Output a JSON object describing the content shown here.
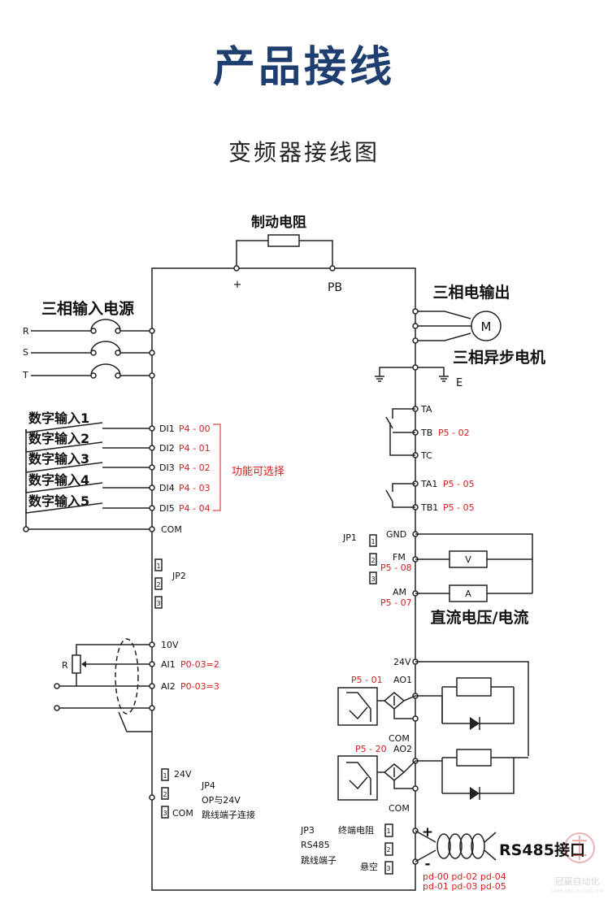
{
  "header": {
    "title": "产品接线",
    "subtitle": "变频器接线图"
  },
  "top": {
    "brake_resistor": "制动电阻",
    "plus": "+",
    "pb": "PB"
  },
  "power_input": {
    "title": "三相输入电源",
    "phases": [
      "R",
      "S",
      "T"
    ]
  },
  "motor": {
    "output_title": "三相电输出",
    "motor_symbol": "M",
    "motor_title": "三相异步电机",
    "earth": "E"
  },
  "digital_inputs": {
    "labels": [
      "数字输入1",
      "数字输入2",
      "数字输入3",
      "数字输入4",
      "数字输入5"
    ],
    "terminals": [
      "DI1",
      "DI2",
      "DI3",
      "DI4",
      "DI5"
    ],
    "params": [
      "P4 - 00",
      "P4 - 01",
      "P4 - 02",
      "P4 - 03",
      "P4 - 04"
    ],
    "function_note": "功能可选择",
    "com": "COM"
  },
  "jp2": {
    "label": "JP2",
    "pins": [
      "1",
      "2",
      "3"
    ]
  },
  "analog": {
    "v10": "10V",
    "ai1": "AI1",
    "ai1_param": "P0-03=2",
    "ai2": "AI2",
    "ai2_param": "P0-03=3",
    "pot": "R"
  },
  "jp4": {
    "pins": [
      "1",
      "2",
      "3"
    ],
    "pin1_label": "24V",
    "pin3_label": "COM",
    "title": "JP4",
    "line1": "OP与24V",
    "line2": "跳线端子连接"
  },
  "relays": {
    "ta": "TA",
    "tb": "TB",
    "tb_param": "P5 - 02",
    "tc": "TC",
    "ta1": "TA1",
    "ta1_param": "P5 - 05",
    "tb1": "TB1",
    "tb1_param": "P5 - 05"
  },
  "meters": {
    "jp1": "JP1",
    "jp1_pins": [
      "1",
      "2",
      "3"
    ],
    "gnd": "GND",
    "fm": "FM",
    "fm_param": "P5 - 08",
    "am": "AM",
    "am_param": "P5 - 07",
    "voltmeter": "V",
    "ammeter": "A",
    "title": "直流电压/电流"
  },
  "outputs": {
    "v24": "24V",
    "ao1": "AO1",
    "ao1_param": "P5 - 01",
    "com1": "COM",
    "ao2": "AO2",
    "ao2_param": "P5 - 20",
    "com2": "COM"
  },
  "rs485": {
    "jp3": "JP3",
    "rs485": "RS485",
    "jumper": "跳线端子",
    "termination": "终端电阻",
    "floating": "悬空",
    "pins": [
      "1",
      "2",
      "3"
    ],
    "plus": "+",
    "minus": "-",
    "port_title": "RS485接口",
    "params_line1": "pd-00 pd-02 pd-04",
    "params_line2": "pd-01 pd-03 pd-05"
  },
  "watermark": {
    "brand": "冠赢自动化",
    "brand_pinyin": "GUAN YING ZI DONG HUA"
  }
}
